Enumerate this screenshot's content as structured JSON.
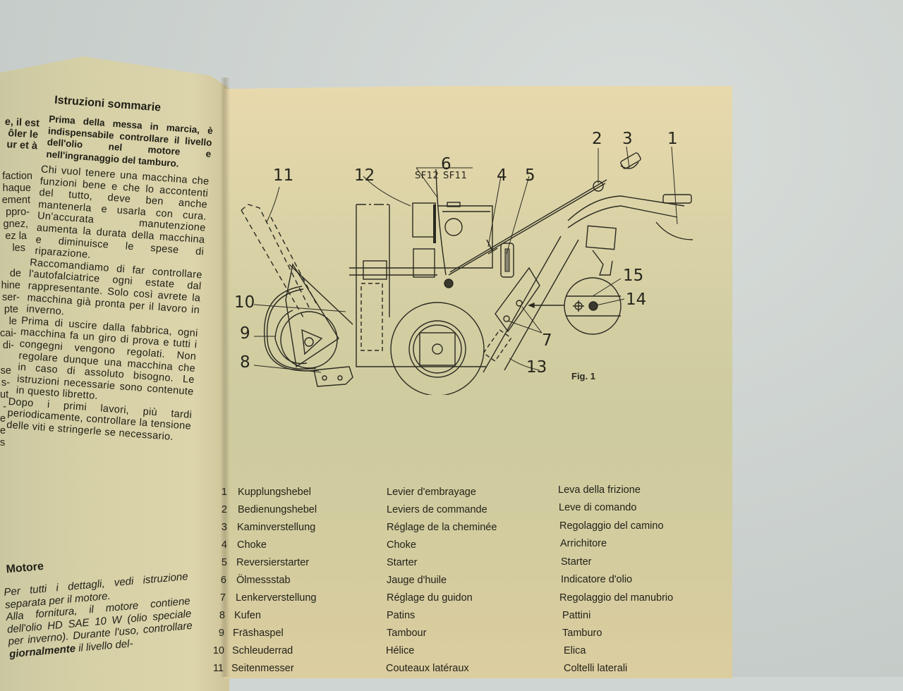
{
  "left_page": {
    "cut_fragments_top_bold": [
      "e, il est",
      "ôler le",
      "ur et à"
    ],
    "cut_fragments_mid": [
      "faction",
      "haque",
      "ement",
      "ppro-",
      "gnez,",
      "ez la",
      "les",
      "",
      "de",
      "hine",
      "ser-",
      "pte",
      "le",
      "cai-",
      "di-",
      "",
      "se",
      "s-",
      "ut",
      "-",
      "e",
      "e",
      "s"
    ],
    "heading": "Istruzioni sommarie",
    "bold_paragraph": "Prima della messa in marcia, è indispensabile controllare il livello dell'olio nel motore e nell'ingranaggio del tamburo.",
    "paragraphs": [
      "Chi vuol tenere una macchina che funzioni bene e che lo accontenti del tutto, deve ben anche mantenerla e usarla con cura. Un'accurata manutenzione aumenta la durata della macchina e diminuisce le spese di riparazione.",
      "Raccomandiamo di far controllare l'autofalciatrice ogni estate dal rappresentante. Solo così avrete la macchina già pronta per il lavoro in inverno.",
      "Prima di uscire dalla fabbrica, ogni macchina fa un giro di prova e tutti i congegni vengono regolati. Non regolare dunque una macchina che in caso di assoluto bisogno. Le istruzioni necessarie sono contenute in questo libretto.",
      "Dopo i primi lavori, più tardi periodicamente, controllare la tensione delle viti e stringerle se necessario."
    ],
    "motore": {
      "title": "Motore",
      "line1": "Per tutti i dettagli, vedi istruzione separata per il motore.",
      "line2_pre": "Alla fornitura, il motore contiene dell'olio HD SAE 10 W (olio speciale per inverno). Durante l'uso, controllare ",
      "line2_bold": "giornalmente",
      "line2_post": " il livello del-"
    }
  },
  "figure": {
    "caption": "Fig. 1",
    "callouts": {
      "c1": "1",
      "c2": "2",
      "c3": "3",
      "c4": "4",
      "c5": "5",
      "c6": "6",
      "c7": "7",
      "c8": "8",
      "c9": "9",
      "c10": "10",
      "c11": "11",
      "c12": "12",
      "c13": "13",
      "c14": "14",
      "c15": "15",
      "sf12": "SF12",
      "sf11": "SF11"
    }
  },
  "legend": {
    "rows": [
      {
        "num": "1",
        "de": "Kupplungshebel",
        "fr": "Levier d'embrayage",
        "it": "Leva della frizione"
      },
      {
        "num": "2",
        "de": "Bedienungshebel",
        "fr": "Leviers de commande",
        "it": "Leve di comando"
      },
      {
        "num": "3",
        "de": "Kaminverstellung",
        "fr": "Réglage de la cheminée",
        "it": "Regolaggio del camino"
      },
      {
        "num": "4",
        "de": "Choke",
        "fr": "Choke",
        "it": "Arrichitore"
      },
      {
        "num": "5",
        "de": "Reversierstarter",
        "fr": "Starter",
        "it": "Starter"
      },
      {
        "num": "6",
        "de": "Ölmessstab",
        "fr": "Jauge d'huile",
        "it": "Indicatore d'olio"
      },
      {
        "num": "7",
        "de": "Lenkerverstellung",
        "fr": "Réglage du guidon",
        "it": "Regolaggio del manubrio"
      },
      {
        "num": "8",
        "de": "Kufen",
        "fr": "Patins",
        "it": "Pattini"
      },
      {
        "num": "9",
        "de": "Fräshaspel",
        "fr": "Tambour",
        "it": "Tamburo"
      },
      {
        "num": "10",
        "de": "Schleuderrad",
        "fr": "Hélice",
        "it": "Elica"
      },
      {
        "num": "11",
        "de": "Seitenmesser",
        "fr": "Couteaux latéraux",
        "it": "Coltelli laterali"
      }
    ]
  },
  "colors": {
    "paper": "#d6cfa3",
    "ink": "#23221a",
    "background": "#cfd5d2"
  }
}
